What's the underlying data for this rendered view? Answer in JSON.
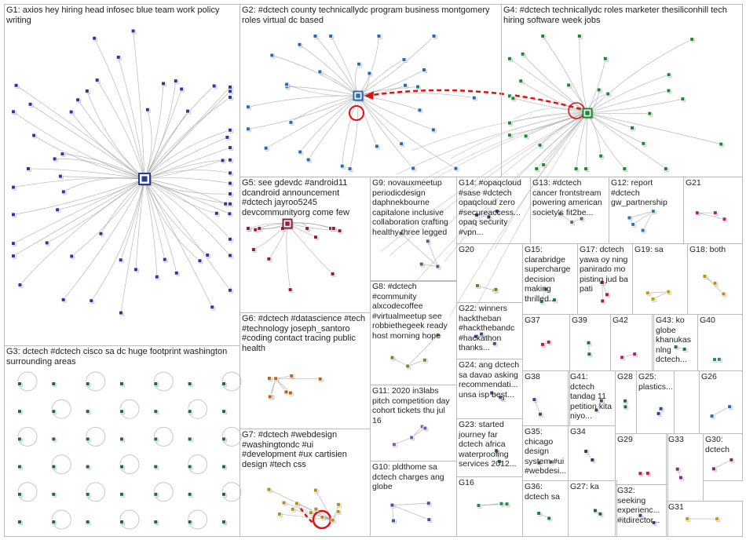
{
  "groups": [
    {
      "id": "G1",
      "label": "G1: axios hey hiring head infosec blue team work policy writing",
      "nodes": 60,
      "hub": "#1a2a7a",
      "color": "#2a3a9a"
    },
    {
      "id": "G2",
      "label": "G2: #dctech county technicallydc program business montgomery roles virtual dc based",
      "nodes": 30,
      "color": "#2a6ab0"
    },
    {
      "id": "G3",
      "label": "G3: dctech #dctech cisco sa dc huge footprint washington surrounding areas",
      "nodes": 42,
      "color": "#1e6e3a"
    },
    {
      "id": "G4",
      "label": "G4: #dctech technicallydc roles marketer thesiliconhill tech hiring software week jobs",
      "nodes": 30,
      "color": "#1e8a2e"
    },
    {
      "id": "G5",
      "label": "G5: see gdevdc #android11 dcandroid announcement #dctech jayroo5245 devcommunityorg come few",
      "nodes": 14,
      "color": "#8a2040"
    },
    {
      "id": "G6",
      "label": "G6: #dctech #datascience #tech #technology joseph_santoro #coding contact tracing public health",
      "nodes": 8,
      "color": "#c06020"
    },
    {
      "id": "G7",
      "label": "G7: #dctech #webdesign #washingtondc #ui #development #ux cartisien design #tech css",
      "nodes": 12,
      "color": "#b09020"
    },
    {
      "id": "G8",
      "label": "G8: #dctech #community alxcodecoffee #virtualmeetup see robbiethegeek ready host morning hope",
      "nodes": 4,
      "color": "#6a8a30"
    },
    {
      "id": "G9",
      "label": "G9: novauxmeetup periodicdesign daphnekbourne capitalone inclusive collaboration crafting healthy three legged",
      "nodes": 4,
      "color": "#7a4a8a"
    },
    {
      "id": "G10",
      "label": "G10: pldthome sa dctech charges ang globe",
      "nodes": 4,
      "color": "#3a5a9a"
    },
    {
      "id": "G11",
      "label": "G11: 2020 in3labs pitch competition day cohort tickets thu jul 16",
      "nodes": 4,
      "color": "#7a5ab0"
    },
    {
      "id": "G12",
      "label": "G12: report #dctech gw_partnership",
      "nodes": 4,
      "color": "#2a7ab0"
    },
    {
      "id": "G13",
      "label": "G13: #dctech cancer frontstream powering american society's fit2be...",
      "nodes": 3,
      "color": "#5a6a8a"
    },
    {
      "id": "G14",
      "label": "G14: #opaqcloud #sase #dctech opaqcloud zero #secureaccess... opaq security #vpn...",
      "nodes": 3,
      "color": "#2a3a6a"
    },
    {
      "id": "G15",
      "label": "G15: clarabridge supercharge decision making thrilled...",
      "nodes": 3,
      "color": "#1e7a5a"
    },
    {
      "id": "G16",
      "label": "G16",
      "nodes": 3,
      "color": "#2a8a4a"
    },
    {
      "id": "G17",
      "label": "G17: dctech yawa oy ning panirado mo pisting jud ba pati",
      "nodes": 3,
      "color": "#b02030"
    },
    {
      "id": "G18",
      "label": "G18: both",
      "nodes": 3,
      "color": "#c09010"
    },
    {
      "id": "G19",
      "label": "G19: sa",
      "nodes": 3,
      "color": "#c0a010"
    },
    {
      "id": "G20",
      "label": "G20",
      "nodes": 3,
      "color": "#5a8a20"
    },
    {
      "id": "G21",
      "label": "G21",
      "nodes": 3,
      "color": "#b02080"
    },
    {
      "id": "G22",
      "label": "G22: winners hacktheban #hackthebandc #hackathon thanks...",
      "nodes": 3,
      "color": "#3a4a9a"
    },
    {
      "id": "G23",
      "label": "G23: started journey far dctech africa waterproofing services 2012...",
      "nodes": 2,
      "color": "#2a6a3a"
    },
    {
      "id": "G24",
      "label": "G24: ang dctech sa davao asking recommendati... unsa isp best...",
      "nodes": 3,
      "color": "#4a4a8a"
    },
    {
      "id": "G25",
      "label": "G25: plastics...",
      "nodes": 2,
      "color": "#2a4a8a"
    },
    {
      "id": "G26",
      "label": "G26",
      "nodes": 2,
      "color": "#2a6ab0"
    },
    {
      "id": "G27",
      "label": "G27: ka",
      "nodes": 2,
      "color": "#2a5a4a"
    },
    {
      "id": "G28",
      "label": "G28",
      "nodes": 2,
      "color": "#1e6e3a"
    },
    {
      "id": "G29",
      "label": "G29",
      "nodes": 2,
      "color": "#c02040"
    },
    {
      "id": "G30",
      "label": "G30: dctech",
      "nodes": 2,
      "color": "#7a2a6a"
    },
    {
      "id": "G31",
      "label": "G31",
      "nodes": 2,
      "color": "#c0a010"
    },
    {
      "id": "G32",
      "label": "G32: seeking experienc... #itdirector...",
      "nodes": 2,
      "color": "#2a4a9a"
    },
    {
      "id": "G33",
      "label": "G33",
      "nodes": 2,
      "color": "#8a2a8a"
    },
    {
      "id": "G34",
      "label": "G34",
      "nodes": 2,
      "color": "#2a3a6a"
    },
    {
      "id": "G35",
      "label": "G35: chicago design system #ui #webdesi...",
      "nodes": 2,
      "color": "#3a6a8a"
    },
    {
      "id": "G36",
      "label": "G36: dctech sa",
      "nodes": 2,
      "color": "#1e7a4a"
    },
    {
      "id": "G37",
      "label": "G37",
      "nodes": 2,
      "color": "#b02040"
    },
    {
      "id": "G38",
      "label": "G38",
      "nodes": 2,
      "color": "#2a4a8a"
    },
    {
      "id": "G39",
      "label": "G39",
      "nodes": 2,
      "color": "#1e6e4a"
    },
    {
      "id": "G40",
      "label": "G40",
      "nodes": 2,
      "color": "#2a8a6a"
    },
    {
      "id": "G41",
      "label": "G41: dctech tandag 11 petition kita niyo...",
      "nodes": 2,
      "color": "#3a4a6a"
    },
    {
      "id": "G42",
      "label": "G42",
      "nodes": 2,
      "color": "#b02080"
    },
    {
      "id": "G43",
      "label": "G43: ko globe khanukas nlng dctech...",
      "nodes": 2,
      "color": "#2a6a5a"
    }
  ],
  "colors": {
    "border": "#bcbcbc",
    "edge": "#9a9a9a",
    "highlight": "#e01010"
  }
}
